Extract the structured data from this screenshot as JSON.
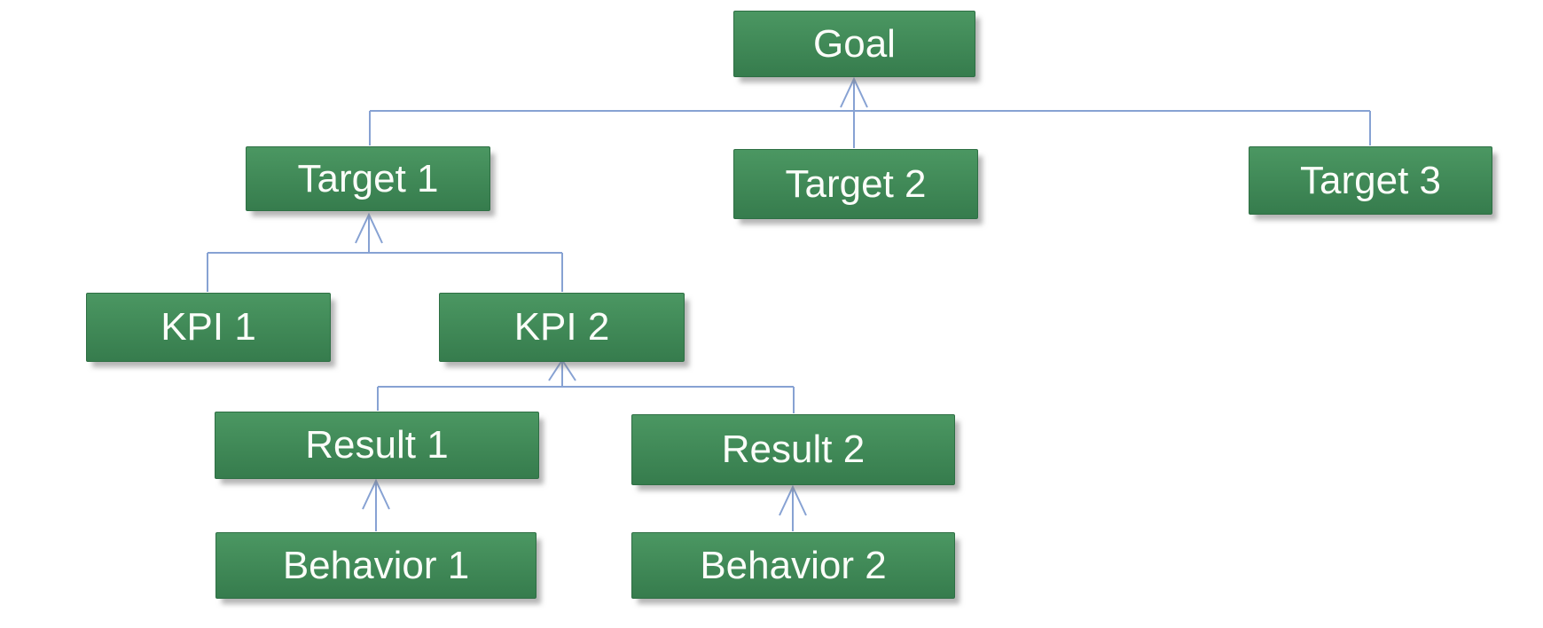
{
  "diagram": {
    "type": "hierarchy",
    "description": "Goal cascade tree: behaviors drive results, results drive KPIs, KPIs drive targets, targets drive the goal",
    "colors": {
      "background_color": "#ffffff",
      "node_fill_top": "#4b9762",
      "node_fill_bottom": "#367c4d",
      "node_border": "#2e6f44",
      "node_text_color": "#fbfdf9",
      "connector_color": "#87a2d3"
    },
    "nodes": {
      "goal": {
        "label": "Goal",
        "level": 0
      },
      "target1": {
        "label": "Target 1",
        "level": 1
      },
      "target2": {
        "label": "Target 2",
        "level": 1
      },
      "target3": {
        "label": "Target 3",
        "level": 1
      },
      "kpi1": {
        "label": "KPI 1",
        "level": 2
      },
      "kpi2": {
        "label": "KPI 2",
        "level": 2
      },
      "result1": {
        "label": "Result 1",
        "level": 3
      },
      "result2": {
        "label": "Result 2",
        "level": 3
      },
      "behavior1": {
        "label": "Behavior 1",
        "level": 4
      },
      "behavior2": {
        "label": "Behavior 2",
        "level": 4
      }
    },
    "edges": [
      {
        "from": "target1",
        "to": "goal"
      },
      {
        "from": "target2",
        "to": "goal"
      },
      {
        "from": "target3",
        "to": "goal"
      },
      {
        "from": "kpi1",
        "to": "target1"
      },
      {
        "from": "kpi2",
        "to": "target1"
      },
      {
        "from": "result1",
        "to": "kpi2"
      },
      {
        "from": "result2",
        "to": "kpi2"
      },
      {
        "from": "behavior1",
        "to": "result1"
      },
      {
        "from": "behavior2",
        "to": "result2"
      }
    ]
  }
}
